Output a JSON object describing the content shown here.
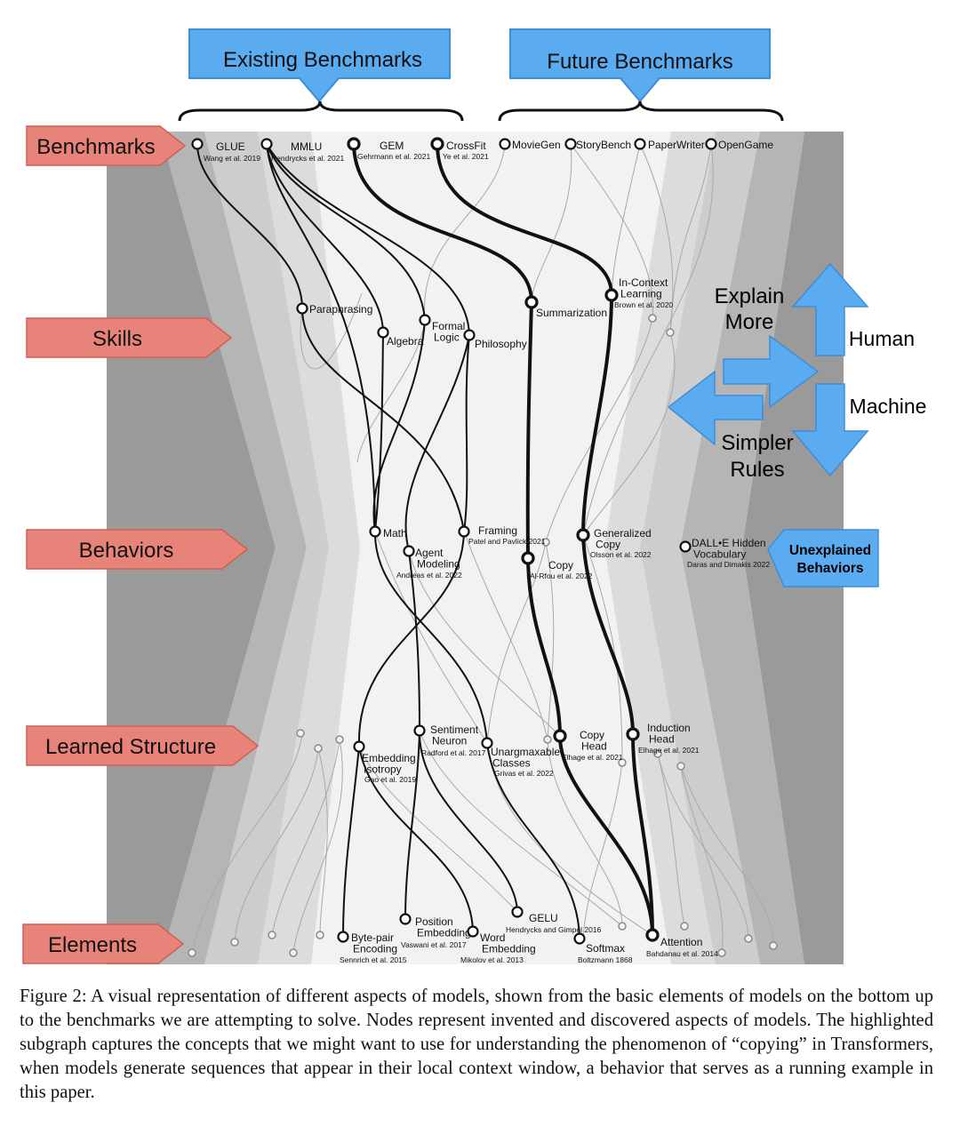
{
  "headers": {
    "existing": "Existing Benchmarks",
    "future": "Future Benchmarks"
  },
  "levels": {
    "benchmarks": "Benchmarks",
    "skills": "Skills",
    "behaviors": "Behaviors",
    "learned": "Learned Structure",
    "elements": "Elements"
  },
  "right": {
    "explain": [
      "Explain",
      "More"
    ],
    "simpler": [
      "Simpler",
      "Rules"
    ],
    "human": "Human",
    "machine": "Machine",
    "unexplained": [
      "Unexplained",
      "Behaviors"
    ]
  },
  "colors": {
    "accent_red": "#e8837a",
    "accent_blue": "#5aabf0",
    "band_gray": "#9a9a9a"
  },
  "nodes": {
    "glue": {
      "label": [
        "GLUE"
      ],
      "cite": "Wang et al. 2019"
    },
    "mmlu": {
      "label": [
        "MMLU"
      ],
      "cite": "Hendrycks et al. 2021"
    },
    "gem": {
      "label": [
        "GEM"
      ],
      "cite": "Gehrmann et al. 2021"
    },
    "crossfit": {
      "label": [
        "CrossFit"
      ],
      "cite": "Ye et al. 2021"
    },
    "moviegen": {
      "label": [
        "MovieGen"
      ],
      "cite": ""
    },
    "storybench": {
      "label": [
        "StoryBench"
      ],
      "cite": ""
    },
    "paperwriter": {
      "label": [
        "PaperWriter"
      ],
      "cite": ""
    },
    "opengame": {
      "label": [
        "OpenGame"
      ],
      "cite": ""
    },
    "paraphrasing": {
      "label": [
        "Paraphrasing"
      ],
      "cite": ""
    },
    "algebra": {
      "label": [
        "Algebra"
      ],
      "cite": ""
    },
    "formallogic": {
      "label": [
        "Formal",
        "Logic"
      ],
      "cite": ""
    },
    "philosophy": {
      "label": [
        "Philosophy"
      ],
      "cite": ""
    },
    "summarization": {
      "label": [
        "Summarization"
      ],
      "cite": ""
    },
    "icl": {
      "label": [
        "In-Context",
        "Learning"
      ],
      "cite": "Brown et al. 2020"
    },
    "math": {
      "label": [
        "Math"
      ],
      "cite": ""
    },
    "agent": {
      "label": [
        "Agent",
        "Modeling"
      ],
      "cite": "Andreas et al. 2022"
    },
    "framing": {
      "label": [
        "Framing"
      ],
      "cite": "Patel and Pavlick 2021"
    },
    "copy": {
      "label": [
        "Copy"
      ],
      "cite": "Al-Rfou et al. 2022"
    },
    "gencopy": {
      "label": [
        "Generalized",
        "Copy"
      ],
      "cite": "Olsson et al. 2022"
    },
    "dalle": {
      "label": [
        "DALL•E Hidden",
        "Vocabulary"
      ],
      "cite": "Daras and Dimakis 2022"
    },
    "embiso": {
      "label": [
        "Embedding",
        "Isotropy"
      ],
      "cite": "Gao et al. 2019"
    },
    "sentiment": {
      "label": [
        "Sentiment",
        "Neuron"
      ],
      "cite": "Radford et al. 2017"
    },
    "unarg": {
      "label": [
        "Unargmaxable",
        "Classes"
      ],
      "cite": "Grivas et al. 2022"
    },
    "copyhead": {
      "label": [
        "Copy",
        "Head"
      ],
      "cite": "Elhage et al. 2021"
    },
    "induction": {
      "label": [
        "Induction",
        "Head"
      ],
      "cite": "Elhage et al. 2021"
    },
    "bpe": {
      "label": [
        "Byte-pair",
        "Encoding"
      ],
      "cite": "Sennrich et al. 2015"
    },
    "posemb": {
      "label": [
        "Position",
        "Embedding"
      ],
      "cite": "Vaswani et al. 2017"
    },
    "wordemb": {
      "label": [
        "Word",
        "Embedding"
      ],
      "cite": "Mikolov et al. 2013"
    },
    "gelu": {
      "label": [
        "GELU"
      ],
      "cite": "Hendrycks and Gimpel 2016"
    },
    "softmax": {
      "label": [
        "Softmax"
      ],
      "cite": "Boltzmann 1868"
    },
    "attention": {
      "label": [
        "Attention"
      ],
      "cite": "Bahdanau et al. 2014"
    }
  },
  "caption": "Figure 2: A visual representation of different aspects of models, shown from the basic elements of models on the bottom up to the benchmarks we are attempting to solve. Nodes represent invented and discovered aspects of models. The highlighted subgraph captures the concepts that we might want to use for understanding the phenomenon of “copying” in Transformers, when models generate sequences that appear in their local context window, a behavior that serves as a running example in this paper."
}
